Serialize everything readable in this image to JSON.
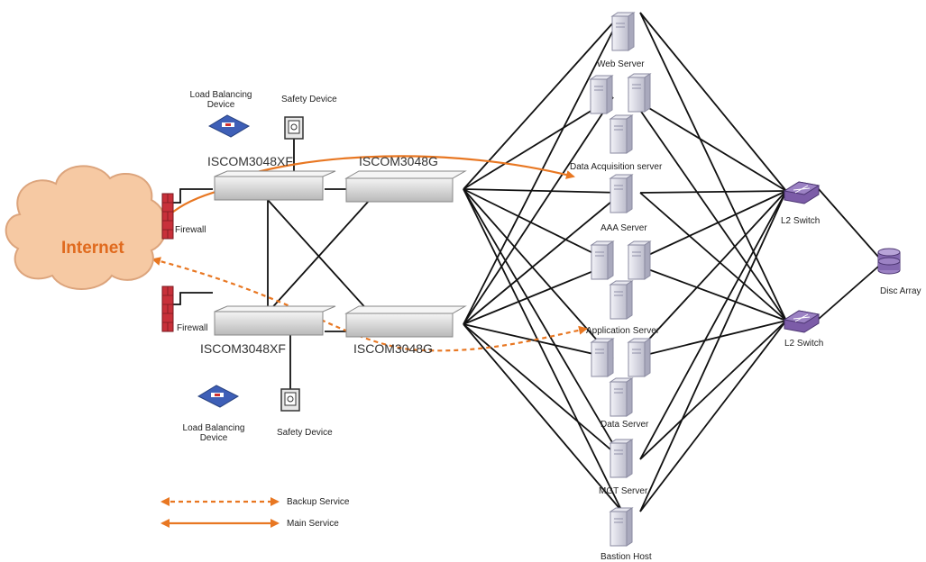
{
  "internet_label": "Internet",
  "firewall_label": "Firewall",
  "load_balancer_label": "Load Balancing\nDevice",
  "safety_device_label": "Safety Device",
  "switch_xf_label": "ISCOM3048XF",
  "switch_g_label": "ISCOM3048G",
  "servers": {
    "web": "Web Server",
    "data_acquisition": "Data Acquisition server",
    "aaa": "AAA Server",
    "application": "Application Server",
    "data": "Data Server",
    "mgt": "MGT Server",
    "bastion": "Bastion Host"
  },
  "l2_switch_label": "L2 Switch",
  "disc_array_label": "Disc Array",
  "legend": {
    "backup": "Backup Service",
    "main": "Main Service"
  },
  "colors": {
    "main_arrow": "#e87722",
    "cloud_fill": "#f6c9a3",
    "cloud_stroke": "#dca47c",
    "firewall": "#c8303a",
    "link": "#111111"
  }
}
